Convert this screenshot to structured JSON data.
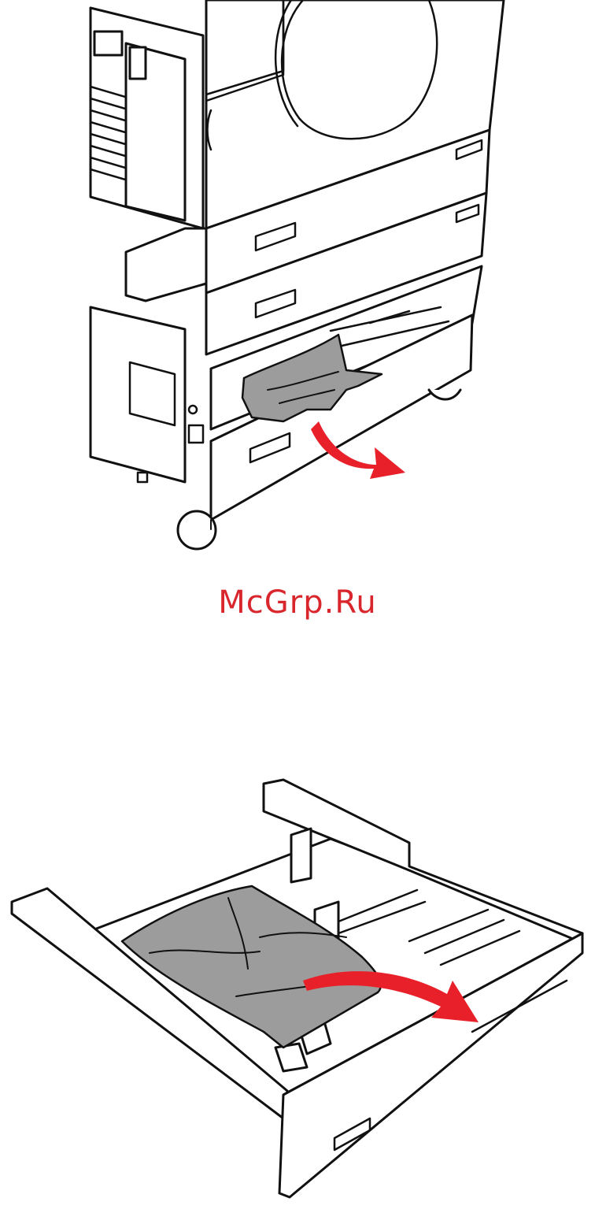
{
  "watermark": {
    "text": "McGrp.Ru"
  },
  "colors": {
    "arrow": "#e8202a",
    "paper": "#9c9c9c",
    "line": "#111111",
    "background": "#ffffff",
    "watermark": "#d9262c"
  },
  "figures": [
    {
      "id": "printer-tray-open",
      "arrow_icon": "red-curved-arrow-icon"
    },
    {
      "id": "paper-tray-removed",
      "arrow_icon": "red-curved-arrow-icon"
    }
  ]
}
